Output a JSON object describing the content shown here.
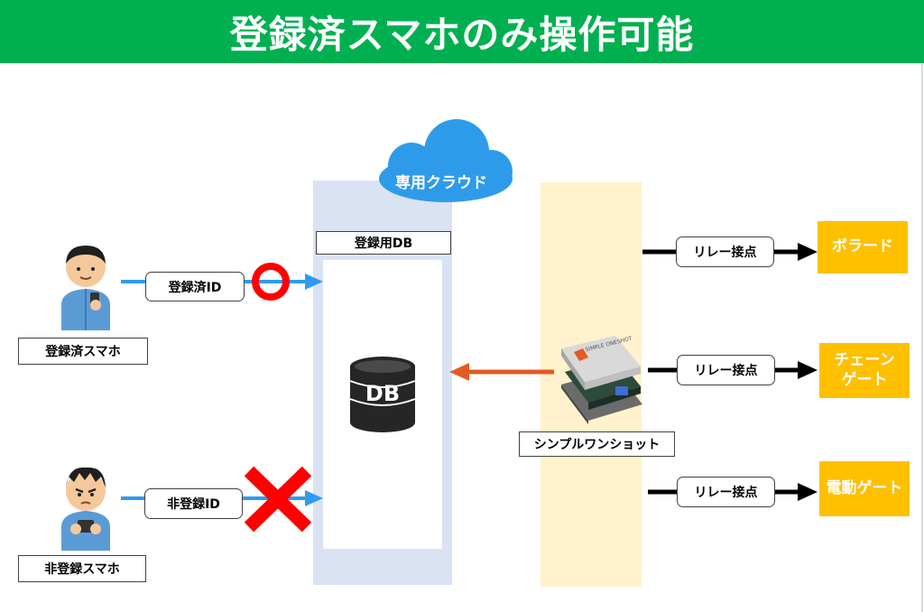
{
  "title": "登録済スマホのみ操作可能",
  "cloud": {
    "label": "専用クラウド"
  },
  "db": {
    "panel_label": "登録用DB",
    "icon_text": "DB"
  },
  "registered": {
    "id_label": "登録済ID",
    "device_label": "登録済スマホ"
  },
  "unregistered": {
    "id_label": "非登録ID",
    "device_label": "非登録スマホ"
  },
  "device": {
    "label": "シンプルワンショット",
    "brand": "SIMPLE ONESHOT"
  },
  "outputs": [
    {
      "relay_label": "リレー接点",
      "target": "ボラード"
    },
    {
      "relay_label": "リレー接点",
      "target": "チェーン\nゲート"
    },
    {
      "relay_label": "リレー接点",
      "target": "電動ゲート"
    }
  ],
  "colors": {
    "title_bg": "#00b050",
    "arrow_blue": "#2f9bf0",
    "arrow_orange": "#e35b22",
    "ok_mark": "#ff0000",
    "ng_mark": "#ff0000",
    "output_bg": "#ffc000",
    "cloud": "#2e9bea"
  }
}
